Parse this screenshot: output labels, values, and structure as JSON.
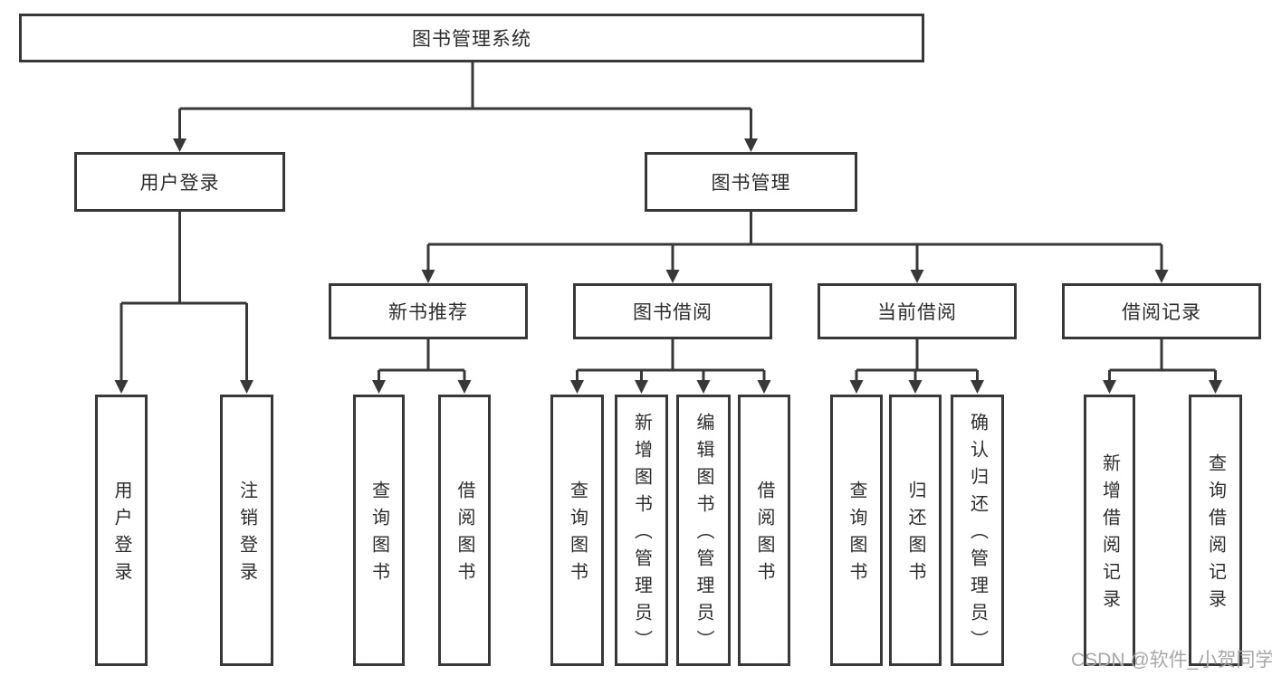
{
  "tree": {
    "root": {
      "label": "图书管理系统"
    },
    "branches": [
      {
        "label": "用户登录",
        "children": [
          {
            "label": "用户登录"
          },
          {
            "label": "注销登录"
          }
        ]
      },
      {
        "label": "图书管理",
        "children": [
          {
            "label": "新书推荐",
            "children": [
              {
                "label": "查询图书"
              },
              {
                "label": "借阅图书"
              }
            ]
          },
          {
            "label": "图书借阅",
            "children": [
              {
                "label": "查询图书"
              },
              {
                "label": "新增图书（管理员）"
              },
              {
                "label": "编辑图书（管理员）"
              },
              {
                "label": "借阅图书"
              }
            ]
          },
          {
            "label": "当前借阅",
            "children": [
              {
                "label": "查询图书"
              },
              {
                "label": "归还图书"
              },
              {
                "label": "确认归还（管理员）"
              }
            ]
          },
          {
            "label": "借阅记录",
            "children": [
              {
                "label": "新增借阅记录"
              },
              {
                "label": "查询借阅记录"
              }
            ]
          }
        ]
      }
    ]
  },
  "watermark": {
    "text": "CSDN @软件_小贺同学"
  },
  "colors": {
    "line": "#383838",
    "text": "#2d2d2d",
    "background": "#ffffff",
    "watermark": "#a8a8a8"
  }
}
